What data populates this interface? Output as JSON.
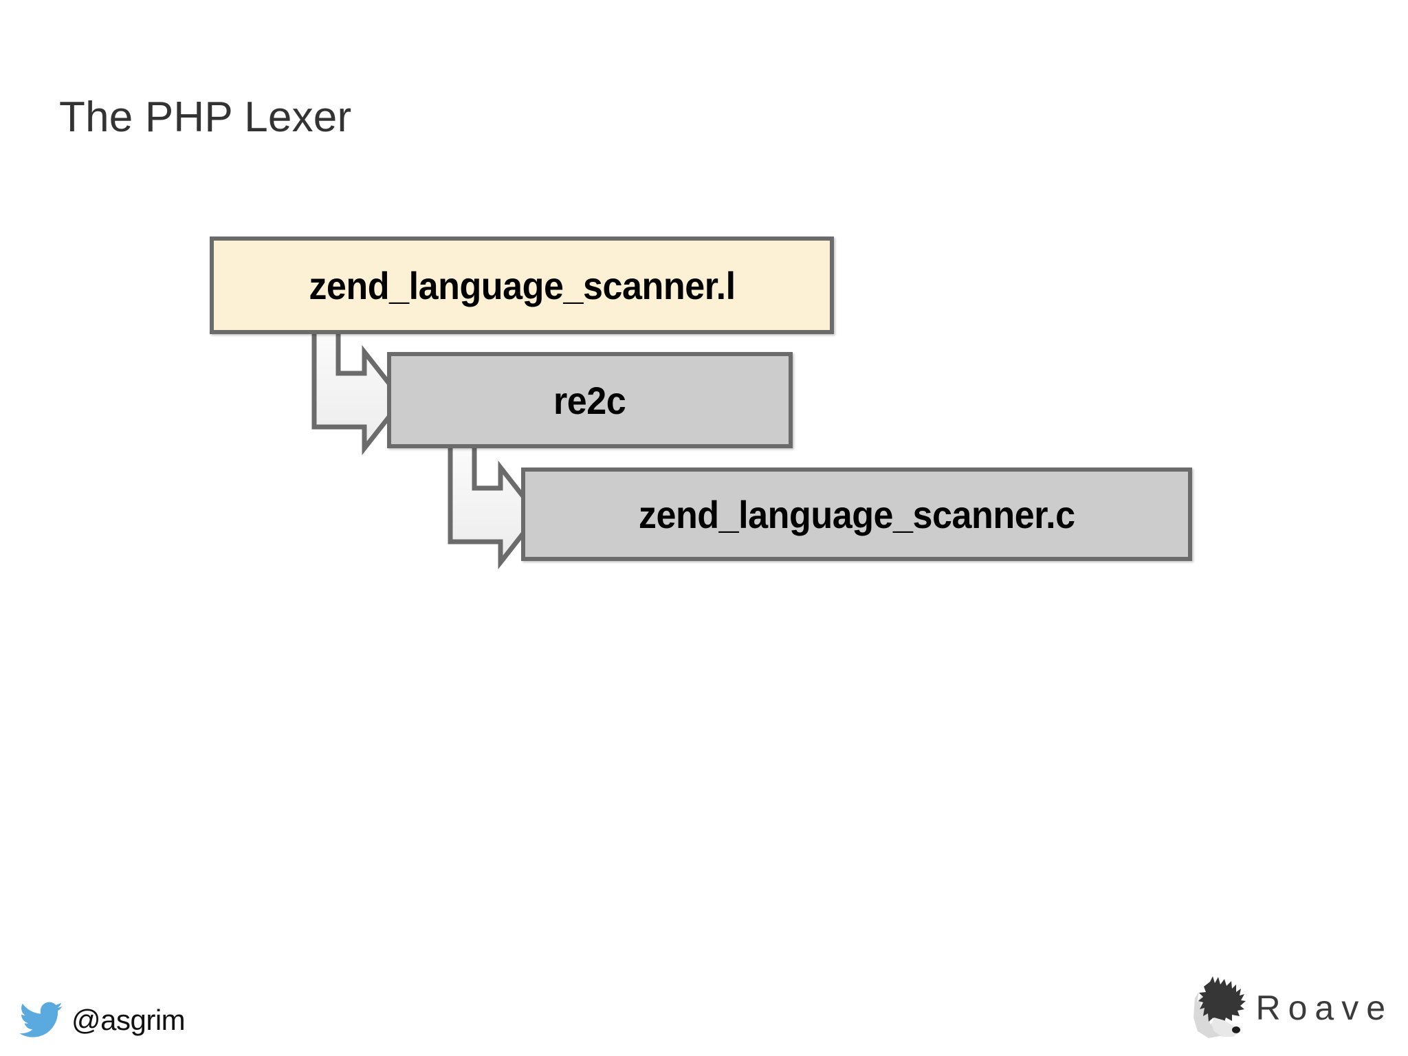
{
  "slide": {
    "title": "The PHP Lexer",
    "background_color": "#ffffff",
    "title_color": "#333333"
  },
  "diagram": {
    "type": "flow",
    "direction": "top-left to bottom-right cascade",
    "nodes": [
      {
        "id": "scanner-l",
        "label": "zend_language_scanner.l",
        "fill_color": "#fcf0d5",
        "border_color": "#6b6b6b",
        "text_color": "#000000"
      },
      {
        "id": "re2c",
        "label": "re2c",
        "fill_color": "#cccccc",
        "border_color": "#6b6b6b",
        "text_color": "#000000"
      },
      {
        "id": "scanner-c",
        "label": "zend_language_scanner.c",
        "fill_color": "#cccccc",
        "border_color": "#6b6b6b",
        "text_color": "#000000"
      }
    ],
    "edges": [
      {
        "from": "scanner-l",
        "to": "re2c",
        "style": "bent-block-arrow",
        "fill_color": "#f2f2f2",
        "border_color": "#6b6b6b"
      },
      {
        "from": "re2c",
        "to": "scanner-c",
        "style": "bent-block-arrow",
        "fill_color": "#f2f2f2",
        "border_color": "#6b6b6b"
      }
    ]
  },
  "footer": {
    "twitter": {
      "icon": "twitter-bird-icon",
      "icon_color": "#5aaae0",
      "handle": "@asgrim"
    },
    "brand": {
      "icon": "roave-dog-icon",
      "name": "Roave",
      "name_color": "#3b3b3b"
    }
  }
}
